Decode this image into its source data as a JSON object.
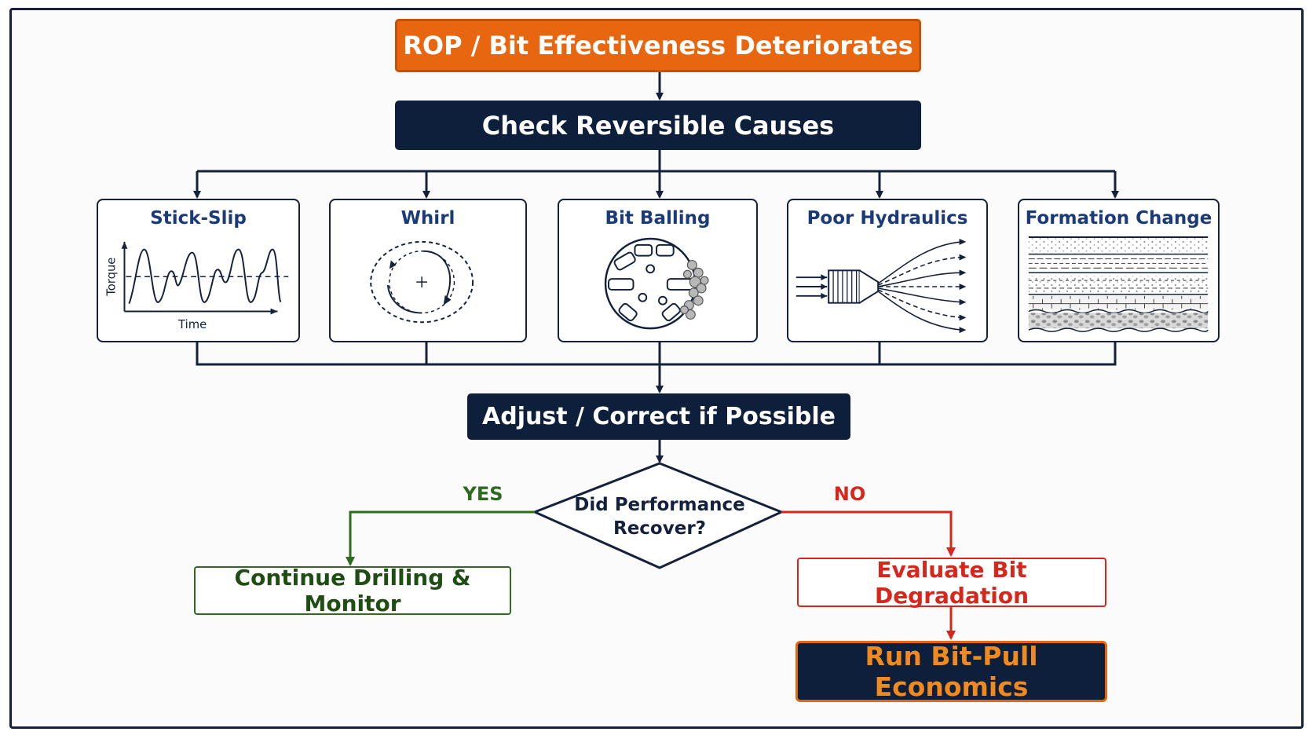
{
  "diagram": {
    "top_title": "ROP / Bit Effectiveness Deteriorates",
    "check_title": "Check Reversible Causes",
    "causes": [
      {
        "title": "Stick-Slip",
        "icon": "torque-time-chart-icon",
        "ylabel": "Torque",
        "xlabel": "Time"
      },
      {
        "title": "Whirl",
        "icon": "whirl-rotation-icon"
      },
      {
        "title": "Bit Balling",
        "icon": "balled-bit-face-icon"
      },
      {
        "title": "Poor Hydraulics",
        "icon": "nozzle-flow-icon"
      },
      {
        "title": "Formation Change",
        "icon": "rock-strata-icon"
      }
    ],
    "adjust_title": "Adjust / Correct if Possible",
    "decision": {
      "line1": "Did Performance",
      "line2": "Recover?"
    },
    "yes_label": "YES",
    "no_label": "NO",
    "continue_title": "Continue Drilling & Monitor",
    "evaluate_title": "Evaluate Bit Degradation",
    "runbit_title": "Run Bit-Pull Economics"
  },
  "colors": {
    "navy": "#0e1f3c",
    "orange": "#e8660f",
    "green": "#2e6b1f",
    "red": "#d8261c",
    "cause_title_blue": "#1b3a7a"
  }
}
